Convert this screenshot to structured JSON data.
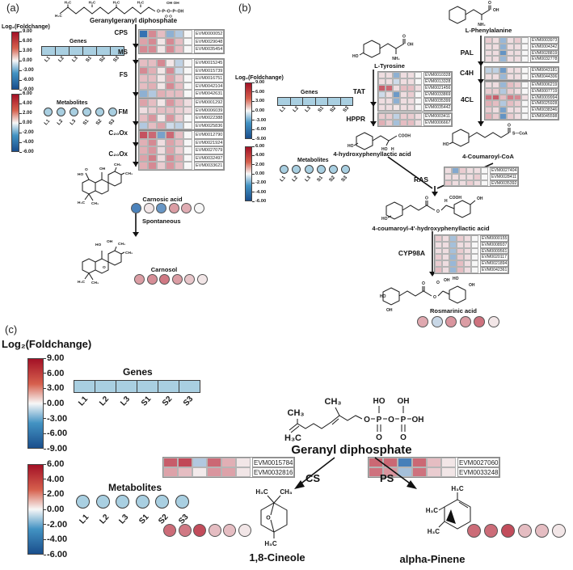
{
  "samples": [
    "L1",
    "L2",
    "L3",
    "S1",
    "S2",
    "S3"
  ],
  "colors": {
    "heat_red": "#b2182b",
    "heat_blue": "#2166ac",
    "heat_mid": "#f7f7f7",
    "sample_blue": "#a9cfe1"
  },
  "legend": {
    "foldchange_title": "Log₂(Foldchange)",
    "genes_label": "Genes",
    "metabolites_label": "Metabolites",
    "ticks9": [
      "9.00",
      "6.00",
      "3.00",
      "0.00",
      "-3.00",
      "-6.00",
      "-9.00"
    ],
    "ticks6": [
      "6.00",
      "4.00",
      "2.00",
      "0.00",
      "-2.00",
      "-4.00",
      "-6.00"
    ]
  },
  "panel_a": {
    "label": "(a)",
    "substrate": "Geranylgeranyl diphosphate",
    "enzymes": [
      "CPS",
      "MS",
      "FS",
      "FM",
      "C₂₀Ox",
      "C₂₀Ox"
    ],
    "spontaneous": "Spontaneous",
    "products": {
      "carnosic": "Carnosic acid",
      "carnosol": "Carnosol"
    },
    "hm_cps": {
      "max": 9,
      "ids": [
        "EVM0000052",
        "EVM0029048",
        "EVM0035454"
      ],
      "values": [
        [
          -8,
          3.5,
          1.5,
          -3.5,
          -2,
          0
        ],
        [
          2.5,
          3.5,
          0.3,
          3.5,
          1.5,
          0
        ],
        [
          3.5,
          3.5,
          0.3,
          3.5,
          1.5,
          0
        ]
      ]
    },
    "hm_fs": {
      "max": 9,
      "ids": [
        "EVM0015245",
        "EVM0015739",
        "EVM0016751",
        "EVM0042104",
        "EVM0042631"
      ],
      "values": [
        [
          1.5,
          1.5,
          3.5,
          0.3,
          -1.5,
          0
        ],
        [
          3.5,
          2,
          0.3,
          3.5,
          -1,
          0
        ],
        [
          1.5,
          1.5,
          0.3,
          2.5,
          1,
          0
        ],
        [
          1.5,
          2,
          0.3,
          3.5,
          1.5,
          0
        ],
        [
          -3.5,
          -2,
          2,
          1.5,
          1.5,
          0
        ]
      ]
    },
    "hm_fm": {
      "max": 9,
      "ids": [
        "EVM0001292",
        "EVM0006039",
        "EVM0022388",
        "EVM0025836"
      ],
      "values": [
        [
          2.5,
          1.5,
          0.3,
          3,
          1.5,
          0.5
        ],
        [
          0.5,
          1,
          1.5,
          1.5,
          1,
          0.5
        ],
        [
          1.5,
          3,
          0.3,
          3,
          1,
          0
        ],
        [
          -2,
          1.5,
          2.5,
          -1,
          -1.5,
          0
        ]
      ]
    },
    "hm_c20": {
      "max": 9,
      "ids": [
        "EVM0012790",
        "EVM0021924",
        "EVM0027079",
        "EVM0032497",
        "EVM0033621"
      ],
      "values": [
        [
          6,
          5,
          -4.5,
          5,
          1.5,
          0
        ],
        [
          2,
          3.5,
          0.5,
          2.5,
          1.5,
          0
        ],
        [
          2,
          3,
          0.5,
          2.5,
          1,
          0
        ],
        [
          2.5,
          4,
          0.5,
          3.5,
          2,
          0
        ],
        [
          2,
          3.5,
          1,
          3,
          1.5,
          0
        ]
      ]
    },
    "carnosic_circles": {
      "max": 6,
      "values": [
        -4.5,
        0.2,
        -3.5,
        1.8,
        1.4,
        0
      ]
    },
    "carnosol_circles": {
      "max": 6,
      "values": [
        1.8,
        2.2,
        2.8,
        1.8,
        0.8,
        0.2
      ]
    },
    "ggpp_atoms": {
      "m1": "H₃C",
      "m2": "H₃C",
      "m3": "H₃C",
      "m4": "H₃C",
      "left": "H₃C",
      "top": "OH  OH",
      "chain": "O–P–O–P–OH",
      "bot": "O      O"
    },
    "carnosic_atoms": {
      "ho": "HO",
      "oh": "OH",
      "o": "O",
      "ch3": "CH₃",
      "ch3b": "CH₃",
      "h3c": "H₃C",
      "ch3c": "CH₃"
    },
    "carnosol_atoms": {
      "ho": "HO",
      "oh": "OH",
      "o": "O",
      "ch3": "CH₃",
      "ch3b": "CH₃",
      "h3c": "H₃C",
      "ch3c": "CH₃"
    }
  },
  "panel_b": {
    "label": "(b)",
    "compounds": {
      "phe": "L-Phenylalanine",
      "tyr": "L-Tyrosine",
      "hpl": "4-hydroxyphenyllactic acid",
      "coa": "4-Coumaroyl-CoA",
      "chpl": "4-coumaroyl-4'-hydroxyphenyllactic acid",
      "ra": "Rosmarinic acid"
    },
    "enzymes": {
      "pal": "PAL",
      "c4h": "C4H",
      "fourcl": "4CL",
      "tat": "TAT",
      "hppr": "HPPR",
      "ras": "RAS",
      "cyp": "CYP98A"
    },
    "hm_pal": {
      "max": 9,
      "ids": [
        "EVM0003973",
        "EVM0004342",
        "EVM0028819",
        "EVM0032778"
      ],
      "values": [
        [
          1,
          0.5,
          -3,
          0.5,
          1,
          0
        ],
        [
          0.5,
          0.5,
          -3.5,
          0.5,
          0.5,
          0
        ],
        [
          0.5,
          0.5,
          -5.5,
          0.5,
          0.5,
          0
        ],
        [
          0.5,
          0.5,
          -3,
          0.5,
          0.5,
          0
        ]
      ]
    },
    "hm_c4h": {
      "max": 9,
      "ids": [
        "EVM0043181",
        "EVM0044306"
      ],
      "values": [
        [
          -1.5,
          -1.5,
          -5,
          0.5,
          0.5,
          0
        ],
        [
          0.5,
          0.5,
          -3,
          0.5,
          0.5,
          0
        ]
      ]
    },
    "hm_4cl": {
      "max": 9,
      "ids": [
        "EVM0006219",
        "EVM0007719",
        "EVM0009994",
        "EVM0025928",
        "EVM0038346",
        "EVM0045598"
      ],
      "values": [
        [
          0.5,
          0.5,
          -3,
          1.5,
          1,
          0
        ],
        [
          1,
          1,
          -2,
          1,
          0.5,
          0
        ],
        [
          4.5,
          5.5,
          1.5,
          4,
          3.5,
          0.5
        ],
        [
          2,
          1.5,
          -2,
          1.5,
          1,
          0
        ],
        [
          1,
          0.5,
          -4.5,
          0.5,
          0.5,
          0
        ],
        [
          2,
          1,
          -5.5,
          1,
          0.5,
          0
        ]
      ]
    },
    "hm_tat": {
      "max": 9,
      "ids": [
        "EVM0010328",
        "EVM0013328",
        "EVM0021456",
        "EVM0033869",
        "EVM0035399",
        "EVM0035442"
      ],
      "values": [
        [
          0.5,
          0.5,
          -3.5,
          0.5,
          0.5,
          0
        ],
        [
          0.5,
          0.5,
          -1,
          0.5,
          0.5,
          0
        ],
        [
          5.5,
          5,
          0.5,
          1.5,
          1.5,
          0.5
        ],
        [
          -1,
          0.5,
          -5,
          0.5,
          1,
          0
        ],
        [
          0.5,
          0.5,
          -3.5,
          0.5,
          0.5,
          0
        ],
        [
          0.5,
          0.5,
          0.3,
          0.5,
          0.5,
          0
        ]
      ]
    },
    "hm_hppr": {
      "max": 9,
      "ids": [
        "EVM0003411",
        "EVM0006667"
      ],
      "values": [
        [
          1,
          1,
          -1.5,
          1,
          1,
          0.5
        ],
        [
          2,
          1,
          -2.5,
          1.5,
          1.5,
          0.5
        ]
      ]
    },
    "hm_ras": {
      "max": 9,
      "ids": [
        "EVM0027404",
        "EVM0028411",
        "EVM0035392"
      ],
      "values": [
        [
          0.5,
          -4,
          1,
          0.5,
          0.5,
          0
        ],
        [
          0.5,
          0.5,
          0.5,
          0.5,
          1,
          0
        ],
        [
          1,
          0.5,
          0.5,
          1,
          0.5,
          0
        ]
      ]
    },
    "hm_cyp": {
      "max": 9,
      "ids": [
        "EVM0000155",
        "EVM0008937",
        "EVM0009561",
        "EVM0020117",
        "EVM0021894",
        "EVM0042361"
      ],
      "values": [
        [
          1,
          0.5,
          -2.5,
          1,
          0.5,
          0
        ],
        [
          0.5,
          0.5,
          -2.5,
          0.5,
          0.5,
          0
        ],
        [
          0.5,
          0.5,
          -2.5,
          1,
          0.5,
          0
        ],
        [
          1,
          0.5,
          -3,
          1,
          0.5,
          0
        ],
        [
          1,
          0.5,
          -3,
          1.5,
          0.5,
          0
        ],
        [
          1.5,
          0.5,
          -3,
          1.5,
          0.5,
          0
        ]
      ]
    },
    "ra_circles": {
      "max": 6,
      "values": [
        1.5,
        -0.8,
        2,
        1.8,
        3,
        0.2
      ]
    },
    "phe_atoms": {
      "o": "O",
      "oh": "OH",
      "nh2": "NH₂"
    },
    "tyr_atoms": {
      "ho": "HO",
      "o": "O",
      "oh": "OH",
      "nh2": "NH₂"
    },
    "coa_atoms": {
      "ho": "HO",
      "o": "O",
      "scoa": "S—CoA"
    },
    "hpl_atoms": {
      "ho": "HO",
      "cooh": "COOH",
      "ho2": "HO",
      "h": "H"
    },
    "chpl_atoms": {
      "ho": "HO",
      "odbl": "O",
      "oest": "O",
      "h": "H",
      "cooh": "COOH",
      "oh": "OH"
    },
    "ra_atoms": {
      "ho": "HO",
      "oh_b": "OH",
      "odbl": "O",
      "oest": "O",
      "o_c": "O",
      "oh_c": "OH",
      "ho_r": "HO",
      "oh_r": "OH"
    }
  },
  "panel_c": {
    "label": "(c)",
    "substrate": "Geranyl diphosphate",
    "enzymes": {
      "cs": "CS",
      "ps": "PS"
    },
    "products": {
      "cineole": "1,8-Cineole",
      "pinene": "alpha-Pinene"
    },
    "hm_cs": {
      "max": 9,
      "ids": [
        "EVM0015784",
        "EVM0032816"
      ],
      "values": [
        [
          5.5,
          6.5,
          -2,
          5,
          2,
          0.3
        ],
        [
          2.5,
          1.5,
          0.2,
          3,
          2.5,
          0.3
        ]
      ]
    },
    "hm_ps": {
      "max": 9,
      "ids": [
        "EVM0027060",
        "EVM0033248"
      ],
      "values": [
        [
          5,
          5,
          -7,
          5,
          1.5,
          0.3
        ],
        [
          4.5,
          3,
          -2.5,
          4.5,
          1,
          0.3
        ]
      ]
    },
    "cineole_circles": {
      "max": 6,
      "values": [
        3.2,
        2.8,
        4.2,
        1,
        1,
        0.2
      ]
    },
    "pinene_circles": {
      "max": 6,
      "values": [
        3.2,
        3.2,
        4.2,
        1,
        1,
        0.2
      ]
    },
    "gpp_atoms": {
      "ch3_top": "CH₃",
      "ch3_left": "CH₃",
      "h3c": "H₃C",
      "ho": "HO",
      "oh": "OH",
      "o1": "O",
      "p1": "P",
      "o2": "O",
      "p2": "P",
      "oh_end": "OH",
      "od1": "O",
      "od2": "O"
    },
    "cineole_atoms": {
      "h3c_a": "H₃C",
      "ch3": "CH₃",
      "h3c_b": "H₃C",
      "o": "O"
    },
    "pinene_atoms": {
      "top": "H₃C",
      "mid": "H₃C",
      "bot": "H₃C"
    }
  }
}
